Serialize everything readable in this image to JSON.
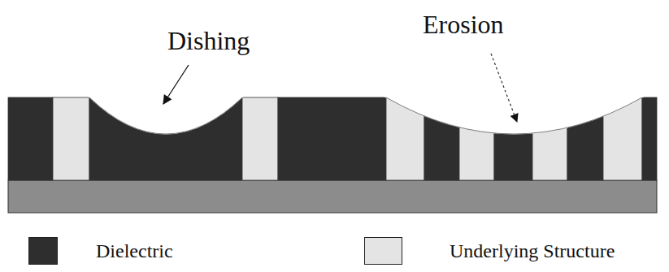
{
  "diagram": {
    "labels": [
      "Dishing",
      "Erosion"
    ],
    "legend": [
      {
        "text": "Dielectric",
        "color": "#2e2e2e"
      },
      {
        "text": "Underlying Structure",
        "color": "#e4e4e4"
      }
    ]
  }
}
